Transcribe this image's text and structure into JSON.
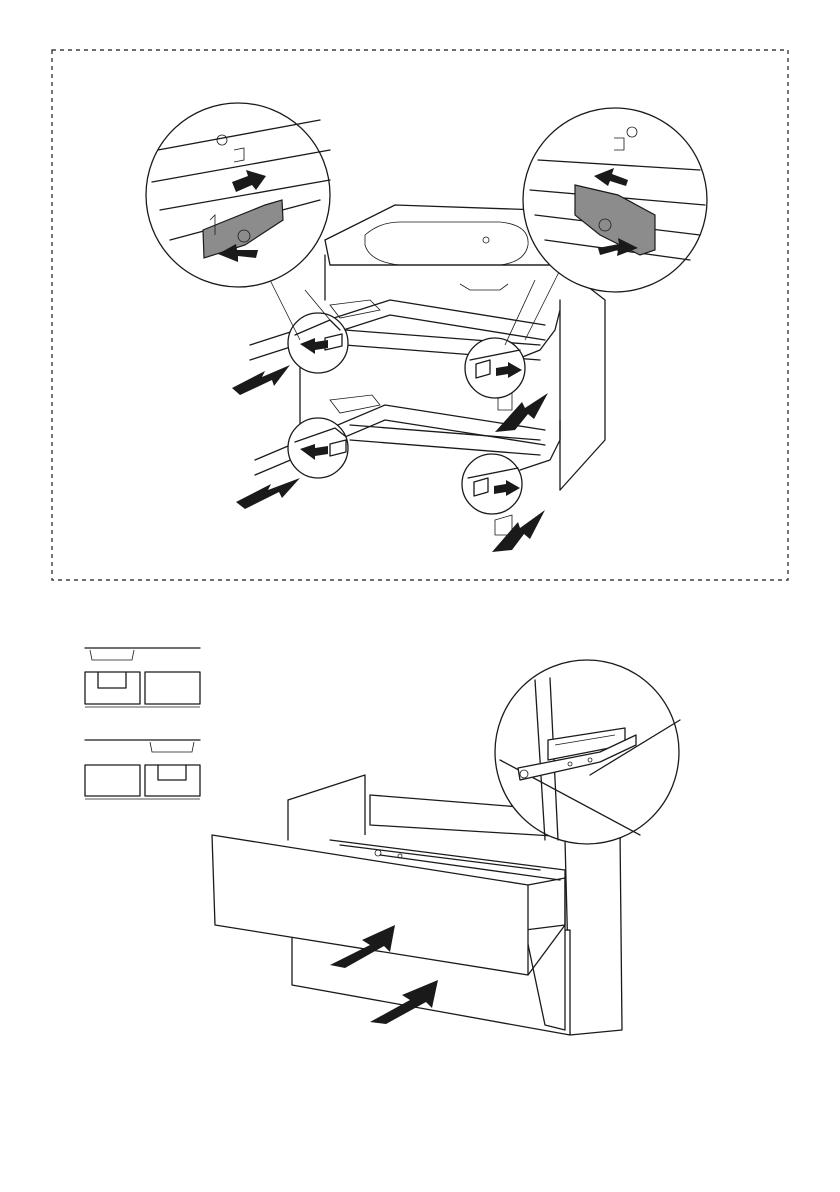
{
  "figure": {
    "step1": {
      "description_icons": [
        "left-detail-magnifier",
        "right-detail-magnifier"
      ],
      "frame_style": "dashed"
    },
    "step2": {
      "variants": [
        "left-sink-variant",
        "right-sink-variant"
      ]
    }
  },
  "colors": {
    "line": "#1a1a1a",
    "clip_part": "#8c8c8c",
    "background": "#ffffff"
  }
}
